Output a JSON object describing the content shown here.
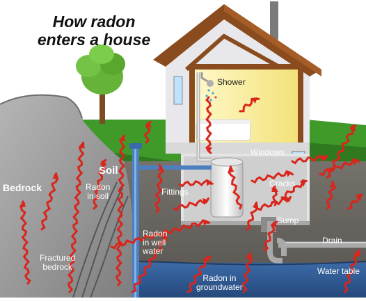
{
  "title": {
    "line1": "How radon",
    "line2": "enters a house"
  },
  "labels": {
    "bedrock": "Bedrock",
    "soil": "Soil",
    "radon_in_soil": {
      "line1": "Radon",
      "line2": "in soil"
    },
    "fractured_bedrock": {
      "line1": "Fractured",
      "line2": "bedrock"
    },
    "radon_in_well_water": {
      "line1": "Radon",
      "line2": "in well",
      "line3": "water"
    },
    "fittings": "Fittings",
    "shower": "Shower",
    "windows": "Windows",
    "cracks": "Cracks",
    "sump": "Sump",
    "drain": "Drain",
    "water_table": "Water table",
    "radon_in_groundwater": {
      "line1": "Radon in",
      "line2": "groundwater"
    }
  },
  "colors": {
    "sky": "#ffffff",
    "grass": "#3f9a2a",
    "soil": "#6d6a64",
    "groundwater": "#2f5a93",
    "bedrock": "#9b9b9b",
    "radon_arrow": "#d9261c",
    "room_light": "#fff5b0",
    "roof": "#8a4c1e"
  },
  "icons": [
    "tree-icon",
    "chimney-icon",
    "shower-head-icon",
    "bathtub-icon",
    "water-tank-icon",
    "well-pipe-icon",
    "drain-pipe-icon"
  ]
}
